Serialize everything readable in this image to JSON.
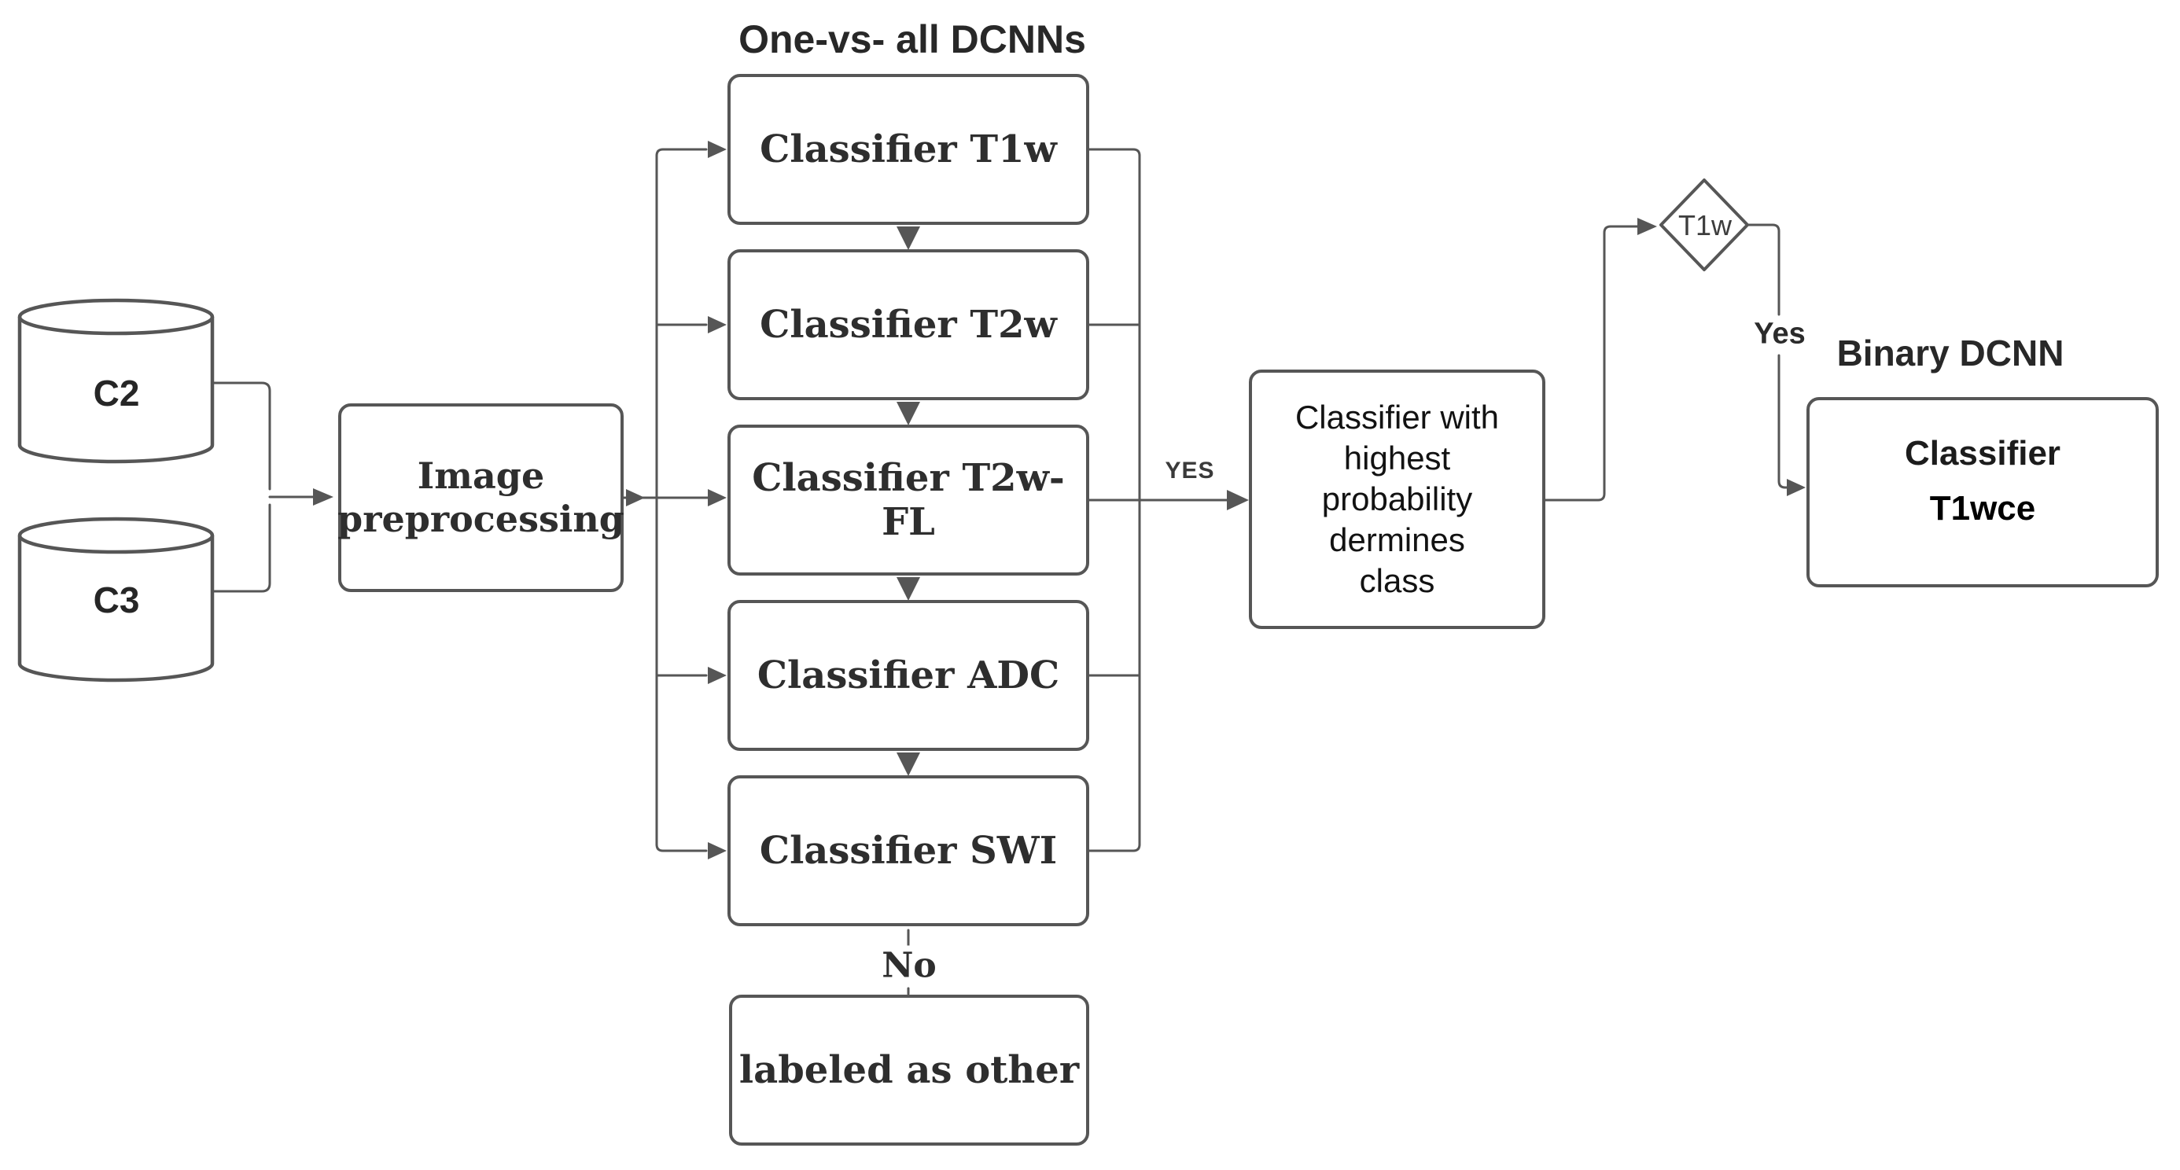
{
  "titles": {
    "one_vs_all": "One-vs- all DCNNs",
    "binary": "Binary DCNN"
  },
  "databases": [
    {
      "label": "C2"
    },
    {
      "label": "C3"
    }
  ],
  "preprocessing": {
    "lines": [
      "Image",
      "preprocessing"
    ]
  },
  "classifiers": [
    {
      "label": "Classifier T1w"
    },
    {
      "label": "Classifier T2w"
    },
    {
      "label": "Classifier T2w-FL"
    },
    {
      "label": "Classifier ADC"
    },
    {
      "label": "Classifier SWI"
    }
  ],
  "highest_prob": {
    "lines": [
      "Classifier with",
      "highest",
      "probability",
      "dermines",
      "class"
    ]
  },
  "decision": {
    "label": "T1w"
  },
  "edge_labels": {
    "yes_caps": "YES",
    "yes": "Yes",
    "no": "No"
  },
  "binary_classifier": {
    "lines": [
      "Classifier",
      "T1wce"
    ]
  },
  "other_box": {
    "label": "labeled as other"
  },
  "colors": {
    "stroke": "#565656",
    "text": "#2e2e2e"
  }
}
